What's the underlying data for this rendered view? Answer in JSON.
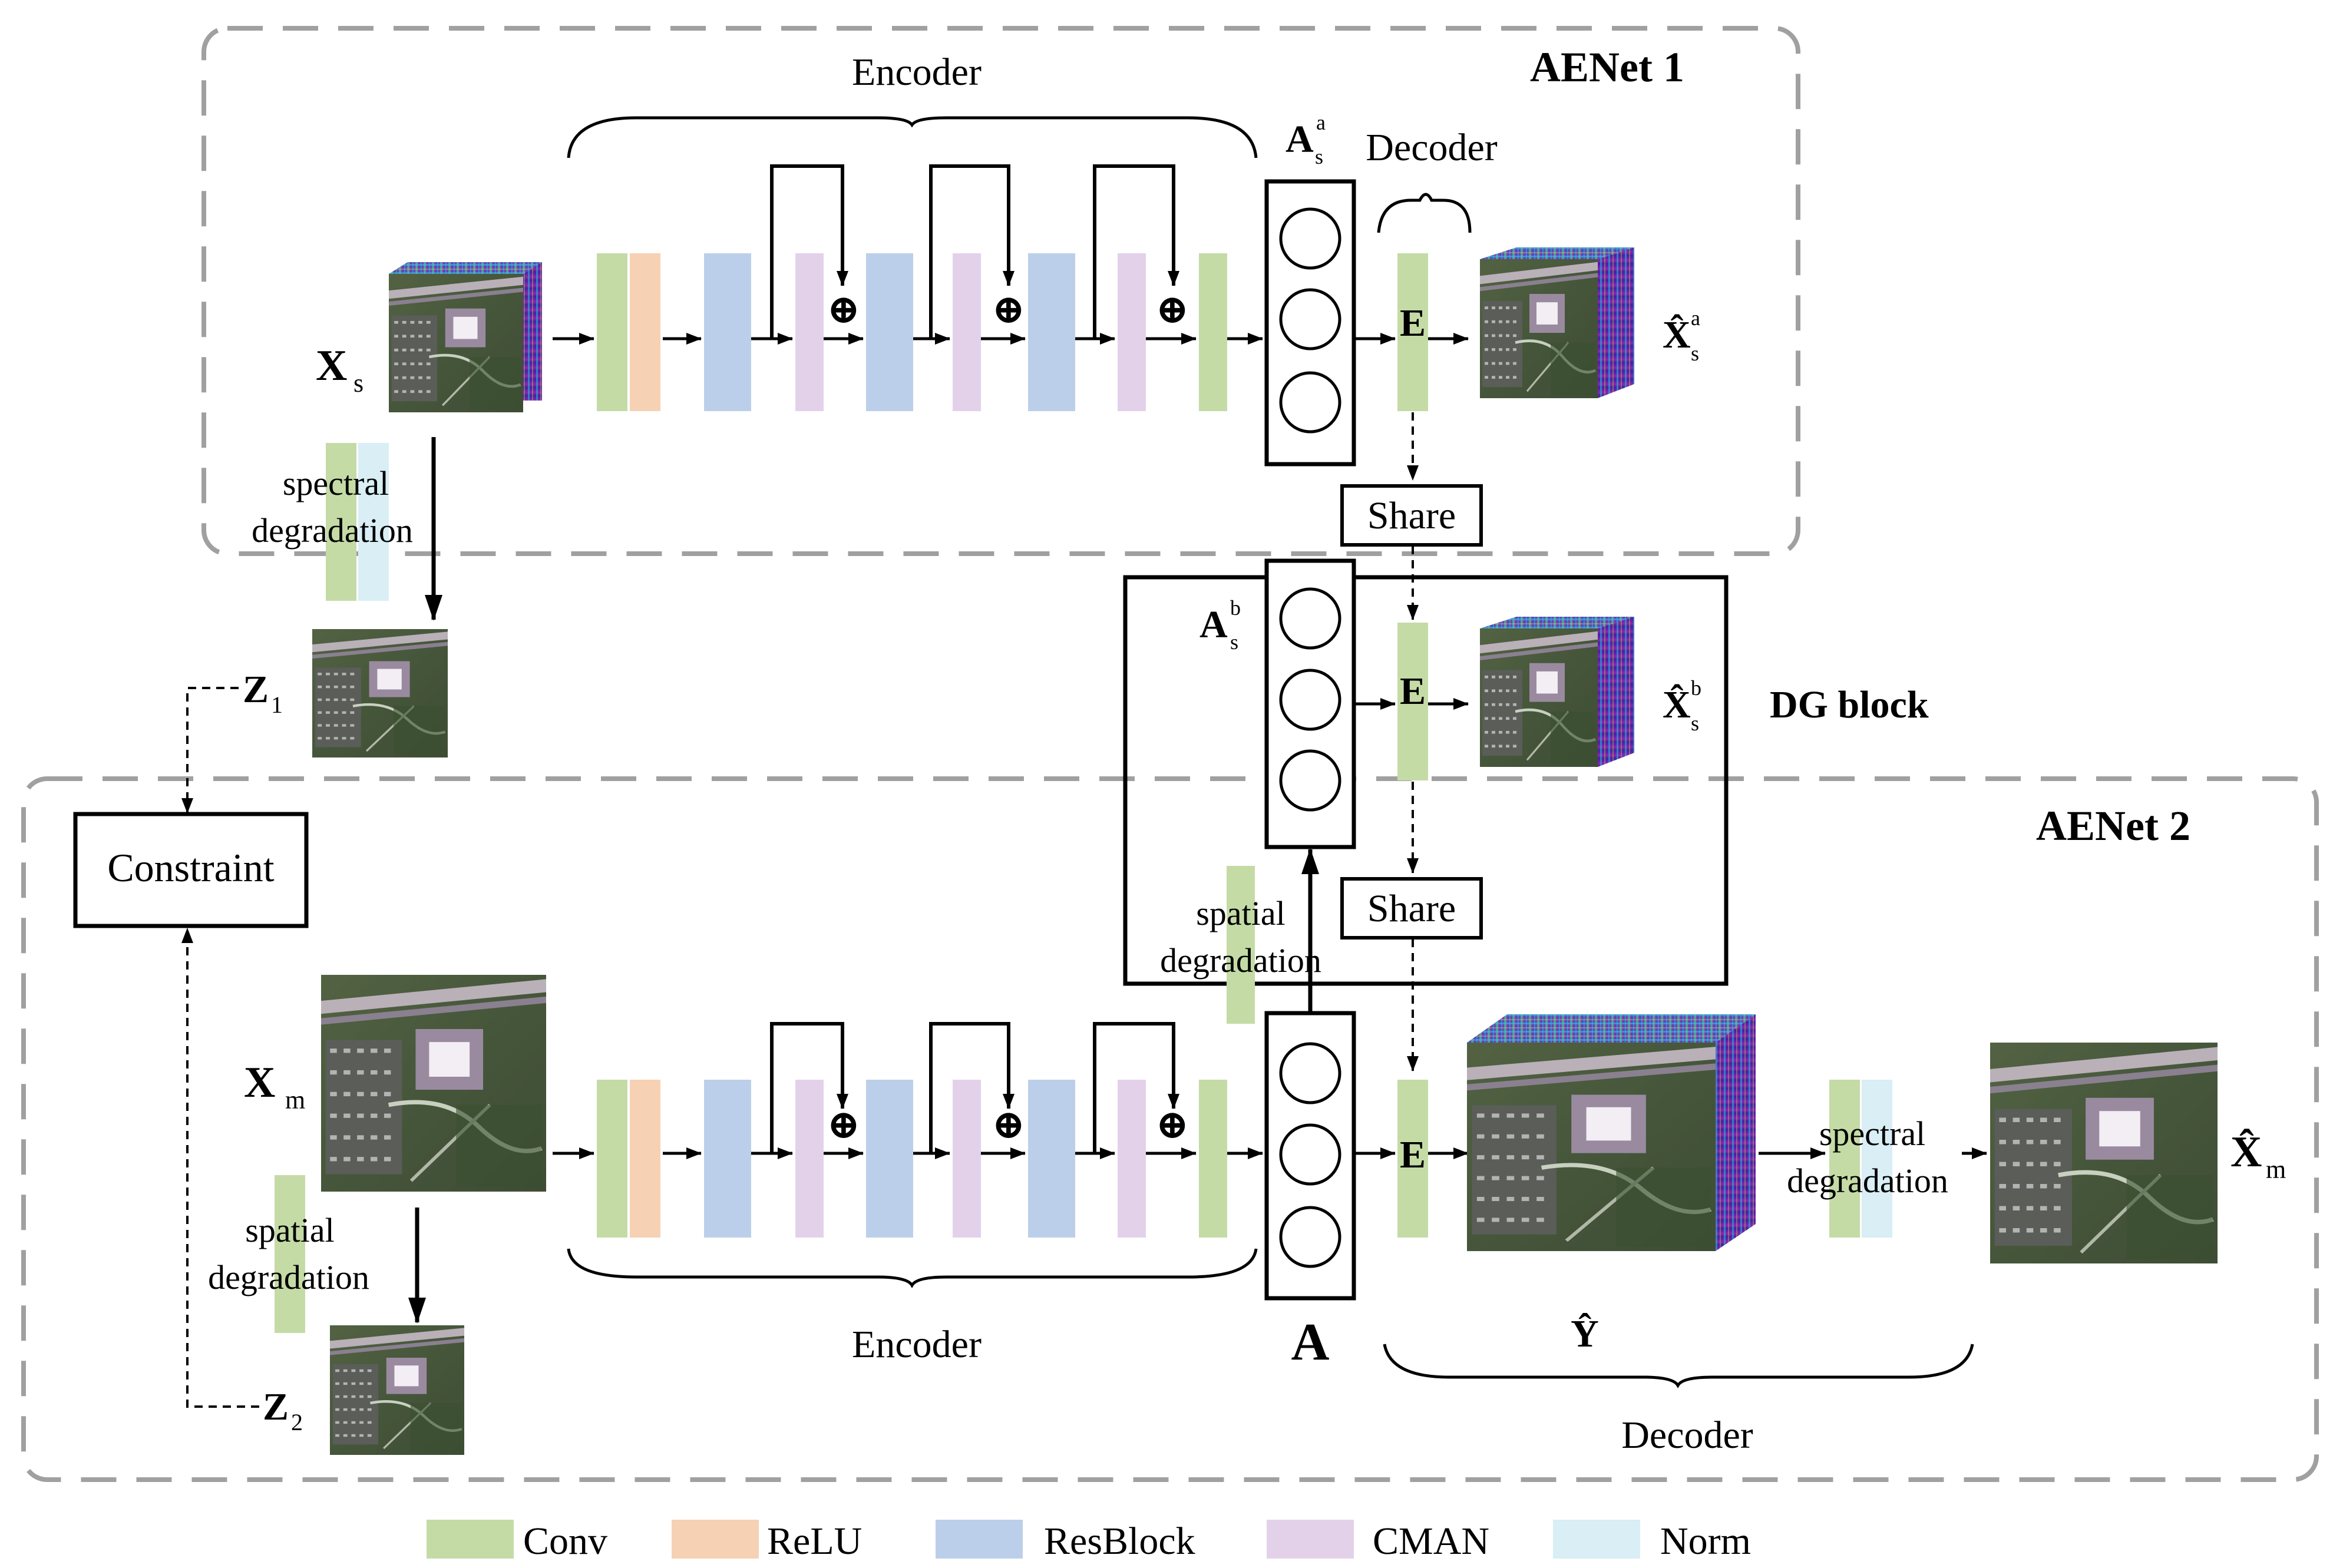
{
  "colors": {
    "conv": "#c4dba6",
    "relu": "#f6d1b4",
    "resblock": "#bccfea",
    "cman": "#e3d1ea",
    "norm": "#d9eef5",
    "dash_border": "#a0a0a0",
    "stroke": "#000000"
  },
  "aenet1": {
    "title": "AENet 1",
    "encoder_label": "Encoder",
    "decoder_label": "Decoder",
    "abundance_label": "A",
    "abundance_sub": "s",
    "abundance_sup": "a",
    "endmember_label": "E",
    "output_label": "X̂",
    "output_sub": "s",
    "output_sup": "a",
    "input_label": "X",
    "input_sub": "s",
    "share_label": "Share"
  },
  "dg_block": {
    "title": "DG block",
    "abundance_label": "A",
    "abundance_sub": "s",
    "abundance_sup": "b",
    "endmember_label": "E",
    "output_label": "X̂",
    "output_sub": "s",
    "output_sup": "b",
    "degradation_label_1": "spatial",
    "degradation_label_2": "degradation",
    "share_label": "Share"
  },
  "aenet2": {
    "title": "AENet 2",
    "encoder_label": "Encoder",
    "decoder_label": "Decoder",
    "abundance_label": "A",
    "endmember_label": "E",
    "y_label": "Ŷ",
    "input_label": "X",
    "input_sub": "m",
    "output_label": "X̂",
    "output_sub": "m",
    "spectral_label_1": "spectral",
    "spectral_label_2": "degradation"
  },
  "left": {
    "spectral_label_1": "spectral",
    "spectral_label_2": "degradation",
    "spatial_label_1": "spatial",
    "spatial_label_2": "degradation",
    "z1_label": "Z",
    "z1_sub": "1",
    "z2_label": "Z",
    "z2_sub": "2",
    "constraint_label": "Constraint"
  },
  "legend": [
    {
      "label": "Conv",
      "color": "#c4dba6"
    },
    {
      "label": "ReLU",
      "color": "#f6d1b4"
    },
    {
      "label": "ResBlock",
      "color": "#bccfea"
    },
    {
      "label": "CMAN",
      "color": "#e3d1ea"
    },
    {
      "label": "Norm",
      "color": "#d9eef5"
    }
  ],
  "plus_symbol": "⊕"
}
